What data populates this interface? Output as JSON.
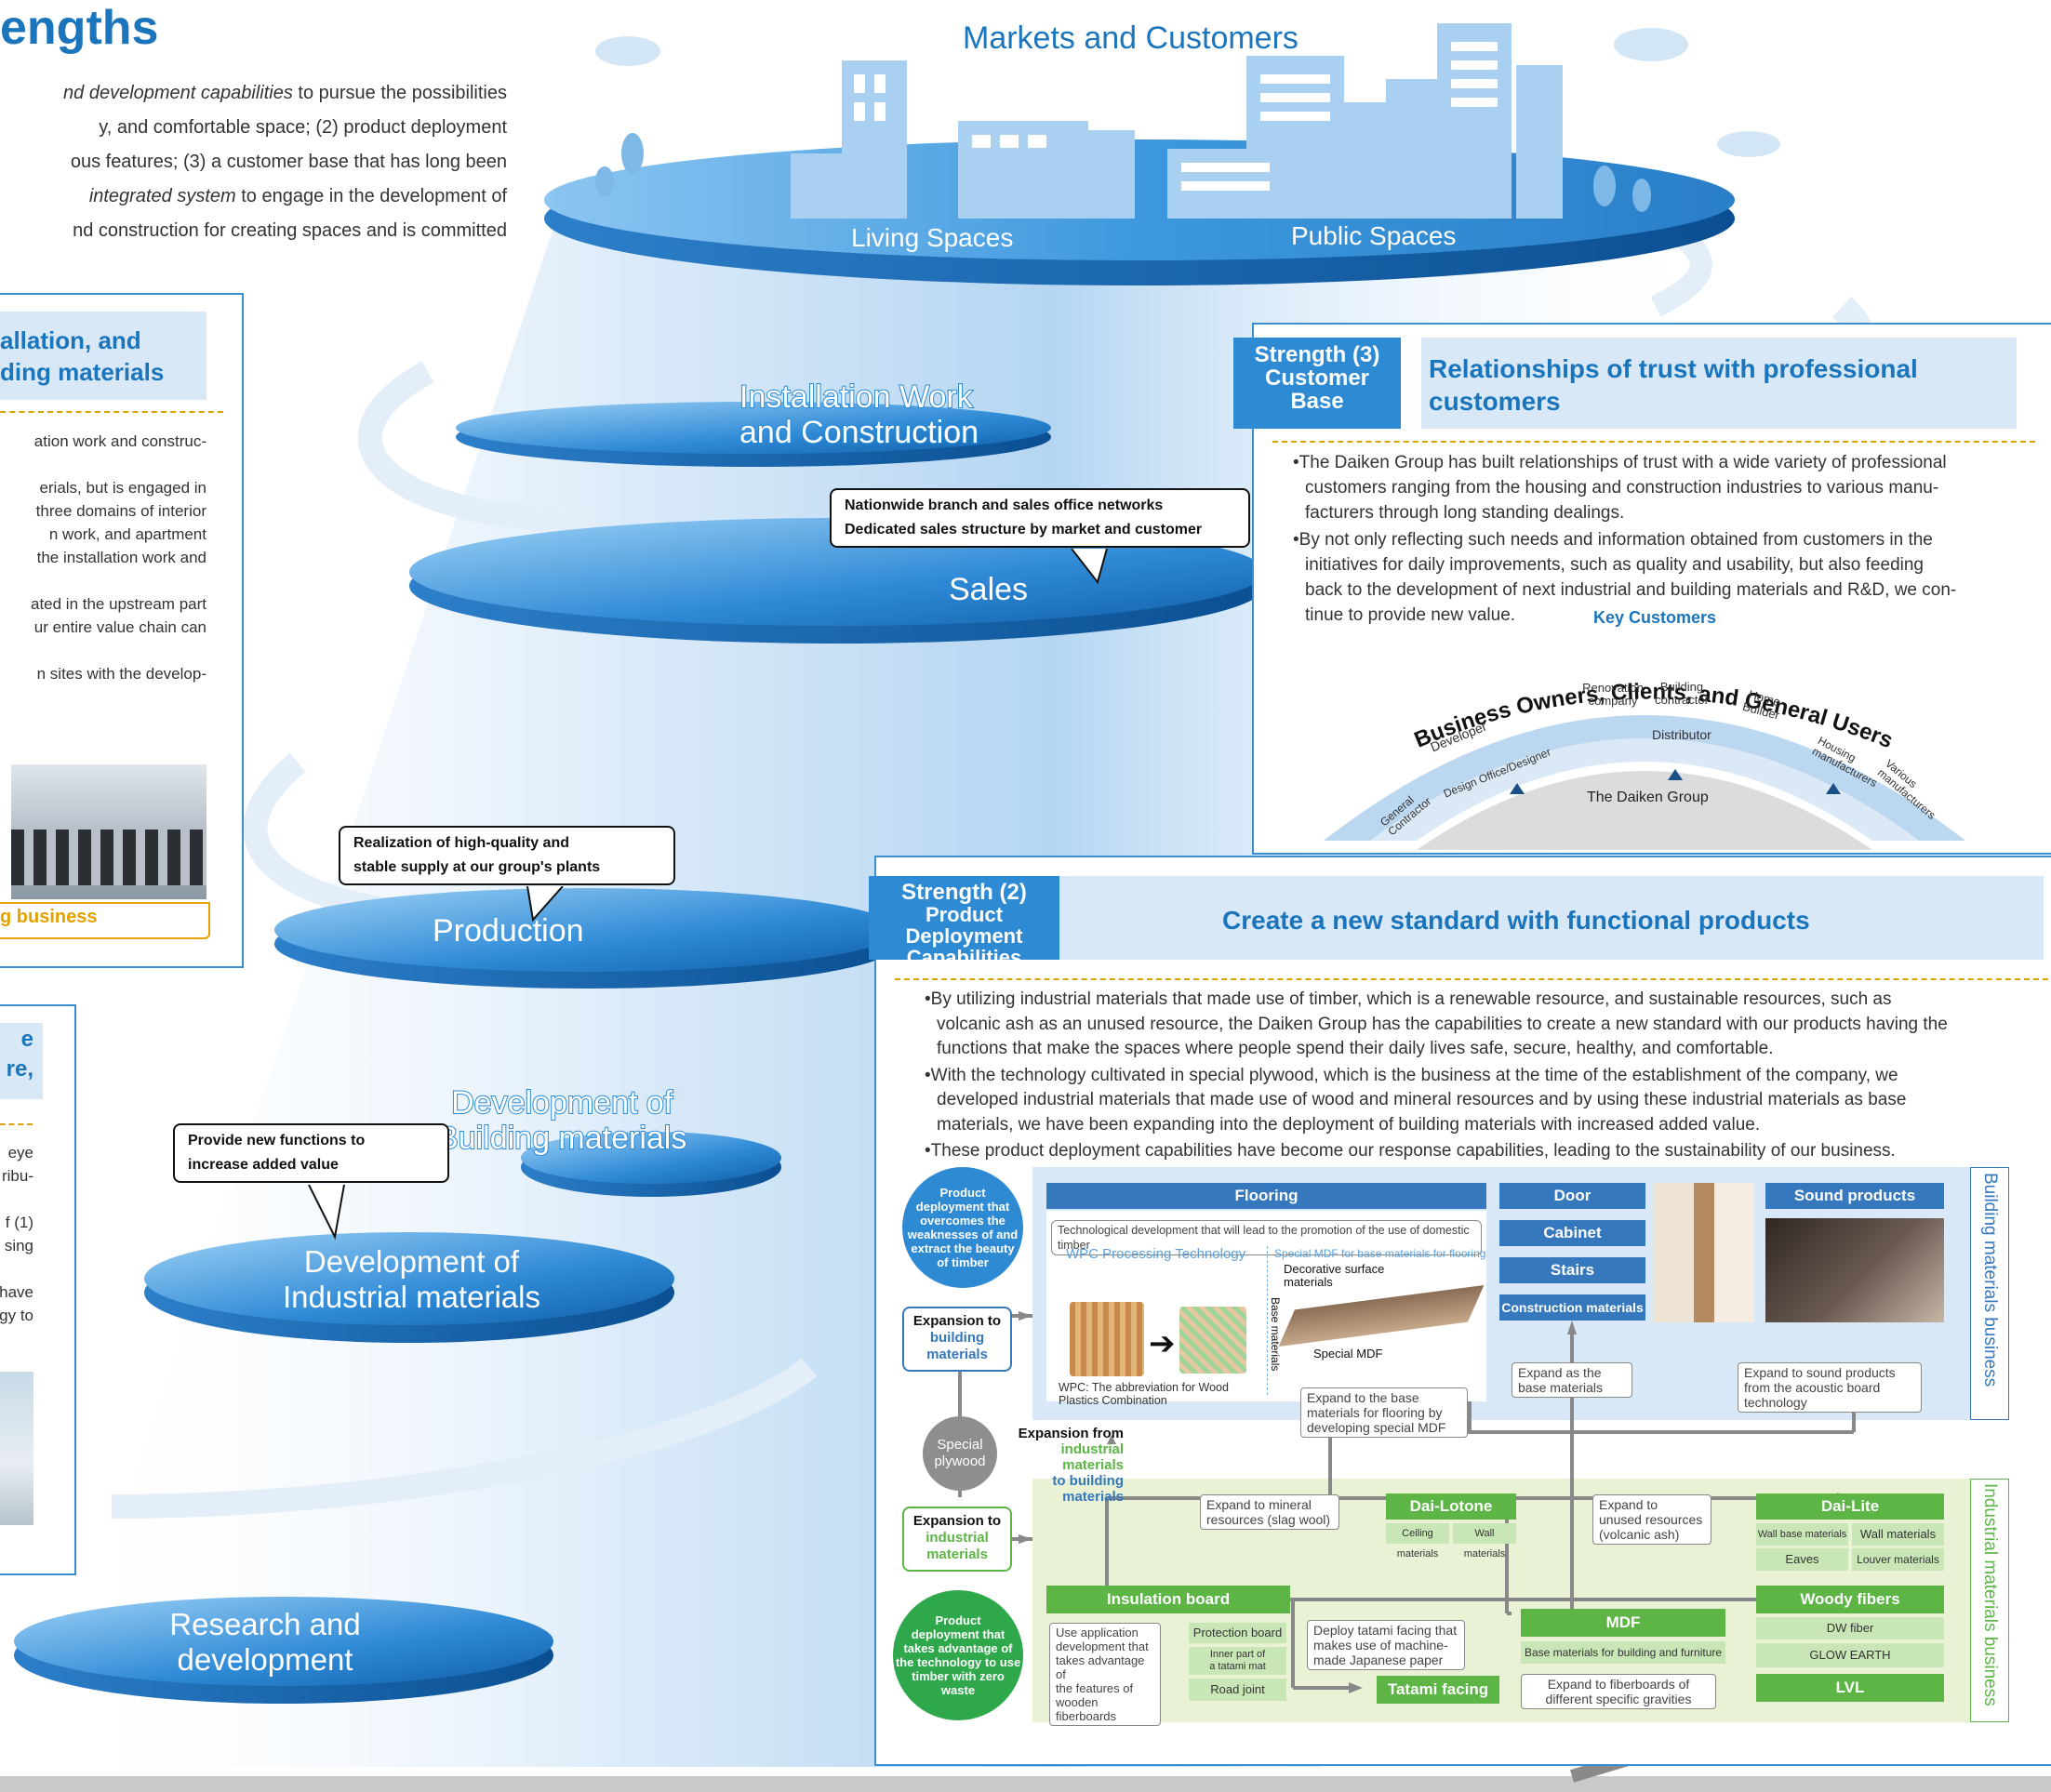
{
  "header": {
    "title": "engths",
    "intro_lines": [
      [
        "",
        "nd development capabilities",
        " to pursue the possibilities"
      ],
      [
        "",
        "",
        "y, and comfortable space; (2) product deployment"
      ],
      [
        "",
        "",
        "ous features; (3) a customer base that has long been"
      ],
      [
        "",
        "integrated system",
        " to engage in the development of"
      ],
      [
        "",
        "",
        "nd construction for creating spaces and is committed"
      ]
    ]
  },
  "top": {
    "title": "Markets and Customers",
    "living": "Living Spaces",
    "public": "Public Spaces"
  },
  "stages": {
    "installation": [
      "Installation Work",
      "and Construction"
    ],
    "sales": "Sales",
    "production": "Production",
    "dev_building": [
      "Development of",
      "Building materials"
    ],
    "dev_industrial": [
      "Development of",
      "Industrial materials"
    ],
    "rnd": [
      "Research and",
      "development"
    ]
  },
  "bubbles": {
    "sales": [
      "Nationwide branch and sales office networks",
      "Dedicated sales structure by market and customer"
    ],
    "production": [
      "Realization of high-quality and",
      "stable supply at our group's plants"
    ],
    "dev": [
      "Provide new functions to",
      "increase added value"
    ]
  },
  "left_panel1": {
    "title": [
      "allation, and",
      "ding materials"
    ],
    "lines": [
      "ation work and construc-",
      "",
      "erials, but is engaged in",
      "three domains of interior",
      "n work, and apartment",
      "the installation work and",
      "",
      "ated in the upstream part",
      "ur entire value chain can",
      "",
      "n sites with the develop-"
    ],
    "footer": "g business"
  },
  "left_panel2": {
    "title": [
      "e",
      "re,"
    ],
    "lines": [
      "eye",
      "ribu-",
      "",
      "f (1)",
      "sing",
      "",
      "have",
      "gy to"
    ]
  },
  "strength3": {
    "tag": [
      "Strength (3)",
      "Customer",
      "Base"
    ],
    "title": [
      "Relationships of trust with professional",
      "customers"
    ],
    "bullets": [
      [
        "The Daiken Group has built relationships of trust with a wide variety of professional",
        "customers ranging from the housing and construction industries to various manu-",
        "facturers through long standing dealings."
      ],
      [
        "By not only reflecting such needs and information obtained from customers in the",
        "initiatives for daily improvements, such as quality and usability, but also feeding",
        "back to the development of next industrial and building materials and R&D, we con-",
        "tinue to provide new value."
      ]
    ],
    "key_customers": "Key Customers",
    "arc_outer": "Business Owners, Clients, and General Users",
    "ring_labels": [
      "Developer",
      "Renovation company",
      "Building contractor",
      "Home Builder",
      "General Contractor",
      "Design Office/Designer",
      "Distributor",
      "Housing manufacturers",
      "Various manufacturers"
    ],
    "core": "The Daiken Group"
  },
  "strength2": {
    "tag": [
      "Strength (2)",
      "Product Deployment",
      "Capabilities"
    ],
    "title": "Create a new standard with functional products",
    "bullets": [
      [
        "By utilizing industrial materials that made use of timber, which is a renewable resource, and sustainable resources, such as",
        "volcanic ash as an unused resource, the Daiken Group has the capabilities to create a new standard with our products having the",
        "functions that make the spaces where people spend their daily lives safe, secure, healthy, and comfortable."
      ],
      [
        "With the technology cultivated in special plywood, which is the business at the time of the establishment of the company, we",
        "developed industrial materials that made use of wood and mineral resources and by using these industrial materials as base",
        "materials, we have been expanding into the deployment of building materials with increased added value."
      ],
      [
        "These product deployment capabilities have become our response capabilities, leading to the sustainability of our business."
      ]
    ]
  },
  "diagram": {
    "circle_top": [
      "Product",
      "deployment that",
      "overcomes the",
      "weaknesses of and",
      "extract the beauty",
      "of timber"
    ],
    "exp_building": [
      "Expansion to",
      "building",
      "materials"
    ],
    "special_plywood": [
      "Special",
      "plywood"
    ],
    "exp_industrial": [
      "Expansion to",
      "industrial",
      "materials"
    ],
    "circle_bottom": [
      "Product",
      "deployment that",
      "takes advantage of",
      "the technology to use",
      "timber with zero",
      "waste"
    ],
    "exp_from": [
      "Expansion from",
      "industrial materials",
      "to building materials"
    ],
    "flooring": "Flooring",
    "tech_dev": "Technological development that will lead to the promotion of the use of domestic timber",
    "wpc_tech": "WPC Processing Technology",
    "special_mdf_title": "Special MDF for base materials for flooring",
    "deco_surface": [
      "Decorative surface",
      "materials"
    ],
    "base_materials": "Base materials",
    "special_mdf": "Special MDF",
    "wpc_note": [
      "WPC: The abbreviation for Wood",
      "Plastics Combination"
    ],
    "expand_flooring": [
      "Expand to the base",
      "materials for flooring by",
      "developing special MDF"
    ],
    "door": "Door",
    "cabinet": "Cabinet",
    "stairs": "Stairs",
    "construction_materials": "Construction materials",
    "expand_base": [
      "Expand as the",
      "base materials"
    ],
    "sound_products": "Sound products",
    "expand_sound": [
      "Expand to sound products",
      "from the acoustic board",
      "technology"
    ],
    "side_building": "Building materials business",
    "side_industrial": "Industrial materials business",
    "expand_mineral": [
      "Expand to mineral",
      "resources (slag wool)"
    ],
    "dai_lotone": "Dai-Lotone",
    "dai_lotone_cells": [
      "Ceiling materials",
      "Wall materials"
    ],
    "expand_unused": [
      "Expand to",
      "unused resources",
      "(volcanic ash)"
    ],
    "dai_lite": "Dai-Lite",
    "dai_lite_cells": [
      "Wall base materials",
      "Wall materials",
      "Eaves",
      "Louver materials"
    ],
    "insulation_board": "Insulation board",
    "use_app": [
      "Use application",
      "development that",
      "takes advantage of",
      "the features of",
      "wooden fiberboards"
    ],
    "protection_board": "Protection board",
    "inner_tatami": [
      "Inner part of",
      "a tatami mat"
    ],
    "road_joint": "Road joint",
    "deploy_tatami": [
      "Deploy tatami facing that",
      "makes use of machine-",
      "made Japanese paper"
    ],
    "tatami_facing": "Tatami facing",
    "mdf": "MDF",
    "mdf_cell": "Base materials for building and furniture",
    "expand_fiber": [
      "Expand to fiberboards of",
      "different specific gravities"
    ],
    "woody_fibers": "Woody fibers",
    "woody_cells": [
      "DW fiber",
      "GLOW EARTH"
    ],
    "lvl": "LVL"
  },
  "colors": {
    "brand_blue": "#1a75bc",
    "panel_border": "#3a8fd0",
    "green": "#5cb545",
    "dash": "#d9a300",
    "footer_orange": "#e6a100"
  }
}
